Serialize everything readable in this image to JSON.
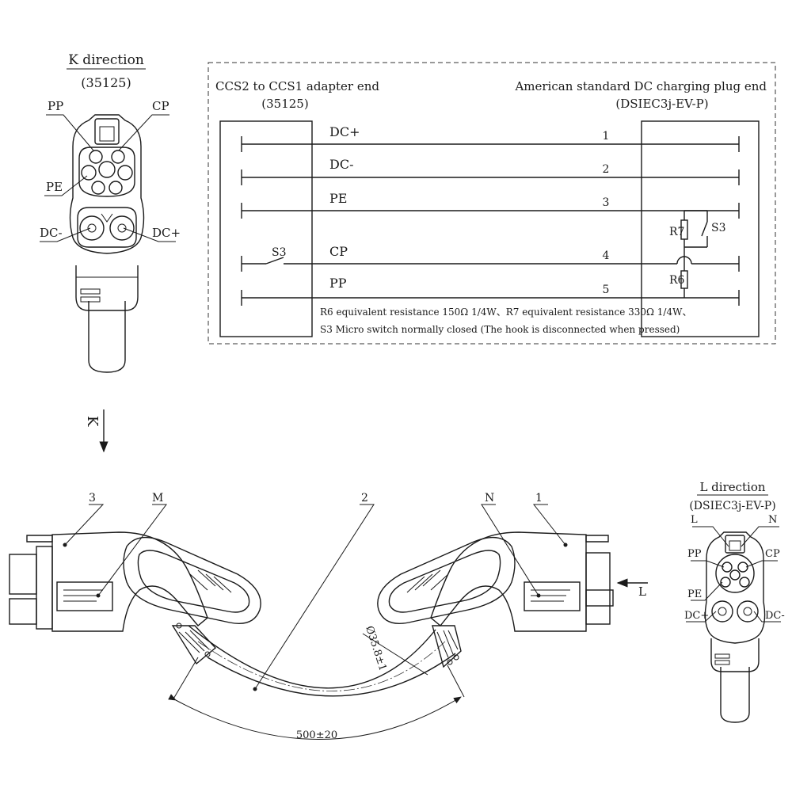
{
  "k_view": {
    "title": "K direction",
    "code": "(35125)",
    "labels": {
      "pp": "PP",
      "cp": "CP",
      "pe": "PE",
      "dc_minus": "DC-",
      "dc_plus": "DC+"
    },
    "arrow_label": "K"
  },
  "l_view": {
    "title": "L direction",
    "code": "(DSIEC3j-EV-P)",
    "labels": {
      "l": "L",
      "n": "N",
      "pp": "PP",
      "cp": "CP",
      "pe": "PE",
      "dc_plus": "DC+",
      "dc_minus": "DC-"
    },
    "arrow_label": "L"
  },
  "wiring": {
    "left_title": "CCS2 to CCS1 adapter end",
    "left_code": "(35125)",
    "right_title": "American standard DC charging plug end",
    "right_code": "(DSIEC3j-EV-P)",
    "lines": [
      {
        "name": "DC+",
        "num": "1"
      },
      {
        "name": "DC-",
        "num": "2"
      },
      {
        "name": "PE",
        "num": "3"
      },
      {
        "name": "CP",
        "num": "4"
      },
      {
        "name": "PP",
        "num": "5"
      }
    ],
    "switch_left": "S3",
    "r7": "R7",
    "s3_right": "S3",
    "r6": "R6",
    "note_line1": "R6 equivalent resistance 150Ω 1/4W、R7 equivalent resistance 330Ω 1/4W、",
    "note_line2": "S3 Micro switch normally closed (The hook is disconnected when pressed)"
  },
  "assembly": {
    "callouts": {
      "c3": "3",
      "m": "M",
      "c2": "2",
      "n": "N",
      "c1": "1"
    },
    "diameter": "Ø35.8±1",
    "length": "500±20"
  }
}
